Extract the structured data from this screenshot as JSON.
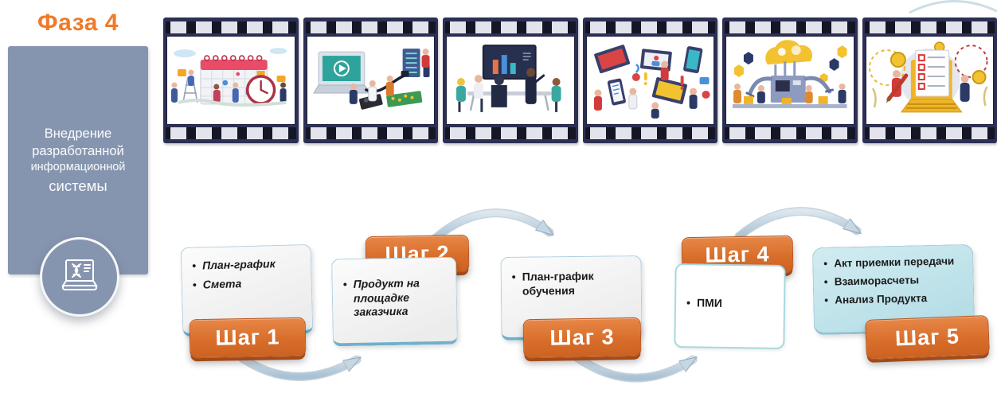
{
  "phase": {
    "title": "Фаза 4",
    "description_lines": [
      "Внедрение",
      "разработанной",
      "информационной",
      "системы"
    ],
    "badge_icon": "laptop-dna-icon"
  },
  "filmstrip": {
    "frames": [
      {
        "name": "calendar-schedule-illustration"
      },
      {
        "name": "hardware-installation-illustration"
      },
      {
        "name": "team-meeting-presentation-illustration"
      },
      {
        "name": "apps-devices-testing-illustration"
      },
      {
        "name": "automation-production-illustration"
      },
      {
        "name": "acceptance-checklist-payment-illustration"
      }
    ]
  },
  "steps": [
    {
      "label": "Шаг 1",
      "items": [
        "План-график",
        "Смета"
      ]
    },
    {
      "label": "Шаг 2",
      "items": [
        "Продукт на площадке заказчика"
      ]
    },
    {
      "label": "Шаг 3",
      "items": [
        "План-график обучения"
      ]
    },
    {
      "label": "Шаг 4",
      "items": [
        "ПМИ"
      ]
    },
    {
      "label": "Шаг 5",
      "items": [
        "Акт приемки передачи",
        "Взаиморасчеты",
        "Анализ Продукта"
      ]
    }
  ],
  "colors": {
    "accent_orange": "#F07A28",
    "step_tab_orange": "#D96E2B",
    "panel_blue_gray": "#8695AF",
    "card_edge_blue": "#6FB0CD",
    "card5_cyan": "#C5E6EC",
    "film_navy": "#2D3054",
    "arrow_blue_gray": "#B7CCDD"
  }
}
